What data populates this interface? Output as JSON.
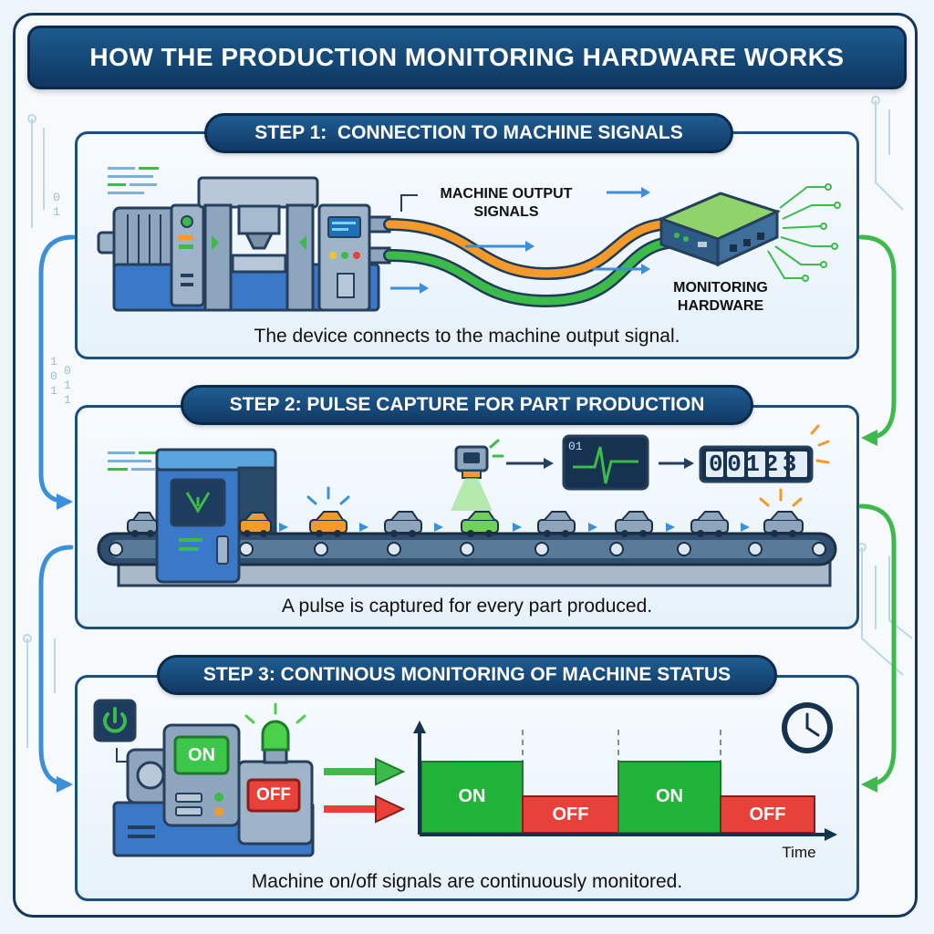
{
  "title": "HOW THE PRODUCTION MONITORING HARDWARE WORKS",
  "steps": [
    {
      "label": "STEP 1:  CONNECTION TO MACHINE SIGNALS",
      "caption": "The device connects to the machine output signal.",
      "signal_label_line1": "MACHINE OUTPUT",
      "signal_label_line2": "SIGNALS",
      "hardware_label_line1": "MONITORING",
      "hardware_label_line2": "HARDWARE"
    },
    {
      "label": "STEP 2: PULSE CAPTURE FOR PART PRODUCTION",
      "caption": "A pulse is captured for every part produced.",
      "counter_value": "00123",
      "pulse_screen_label": "01"
    },
    {
      "label": "STEP 3: CONTINOUS MONITORING OF MACHINE STATUS",
      "caption": "Machine on/off signals are continuously monitored.",
      "machine_on_label": "ON",
      "machine_off_label": "OFF",
      "timeline": [
        "ON",
        "OFF",
        "ON",
        "OFF"
      ],
      "time_axis_label": "Time"
    }
  ],
  "colors": {
    "navy": "#0f3761",
    "orange_wire": "#f39a2a",
    "green_wire": "#3cba4a",
    "on_green": "#22b33a",
    "off_red": "#e8413a",
    "flow_blue": "#3d8fd9"
  }
}
